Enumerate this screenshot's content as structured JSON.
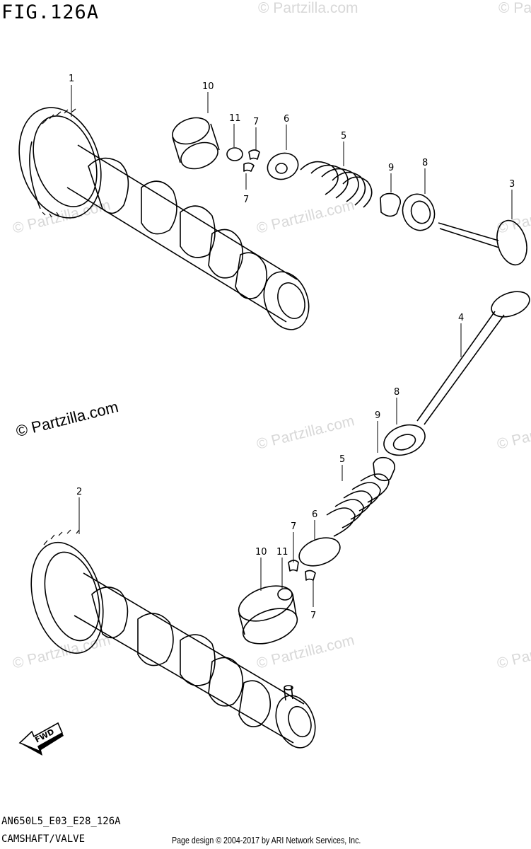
{
  "figure": {
    "title": "FIG.126A",
    "code": "AN650L5_E03_E28_126A",
    "subtitle": "CAMSHAFT/VALVE",
    "credit": "Page design © 2004-2017 by ARI Network Services, Inc.",
    "copyright": "© Partzilla.com"
  },
  "watermark_text": "© Partzilla.com",
  "callouts_top": [
    "1",
    "10",
    "11",
    "7",
    "6",
    "7",
    "5",
    "9",
    "8",
    "3"
  ],
  "callouts_bottom": [
    "4",
    "8",
    "9",
    "5",
    "6",
    "7",
    "2",
    "10",
    "11",
    "7"
  ],
  "fwd_label": "FWD"
}
